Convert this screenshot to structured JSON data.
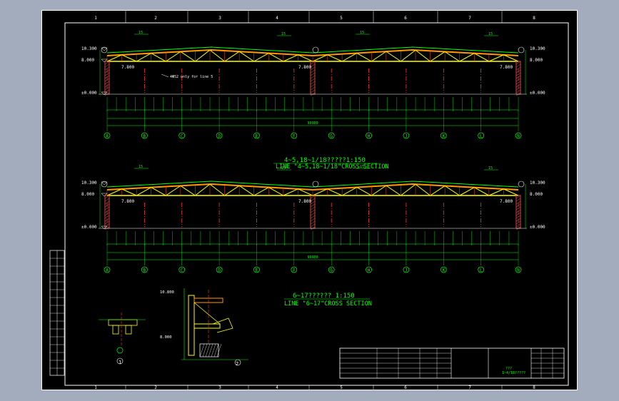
{
  "drawing": {
    "section1": {
      "title": "4~5,18~1/18?????1:150",
      "subtitle": "LINE \"4~5,18~1/18\"CROSS SECTION",
      "elev_top": "10.300",
      "elev_mid": "8.000",
      "elev_zero": "±0.000",
      "elev_low": "7.800",
      "slope": "15",
      "annotation": "4Φ52 only for line 5",
      "total_dim": "99900"
    },
    "section2": {
      "title": "6~17?????? 1:150",
      "subtitle": "LINE \"6~17\"CROSS SECTION",
      "elev_top": "10.300",
      "elev_mid": "8.000",
      "elev_zero": "±0.000",
      "elev_low": "7.800",
      "slope": "15",
      "total_dim": "99900"
    },
    "axis_labels": [
      "A",
      "B",
      "C",
      "D",
      "E",
      "F",
      "G",
      "H",
      "J",
      "K",
      "L",
      "N"
    ],
    "border_numbers": [
      "1",
      "2",
      "3",
      "4",
      "5",
      "6",
      "7",
      "8"
    ],
    "details": {
      "detail1_label": "1",
      "detail2_label": "2",
      "elev_a": "10.800",
      "elev_b": "8.000"
    },
    "title_block": {
      "drawing_name": "1~4/18?????",
      "scale_note": "???"
    },
    "colors": {
      "background": "#000000",
      "frame": "#ffffff",
      "truss": "#ffff00",
      "roof": "#00ff00",
      "column": "#ff3333",
      "dimension": "#00ff00",
      "text": "#00ff00"
    }
  }
}
